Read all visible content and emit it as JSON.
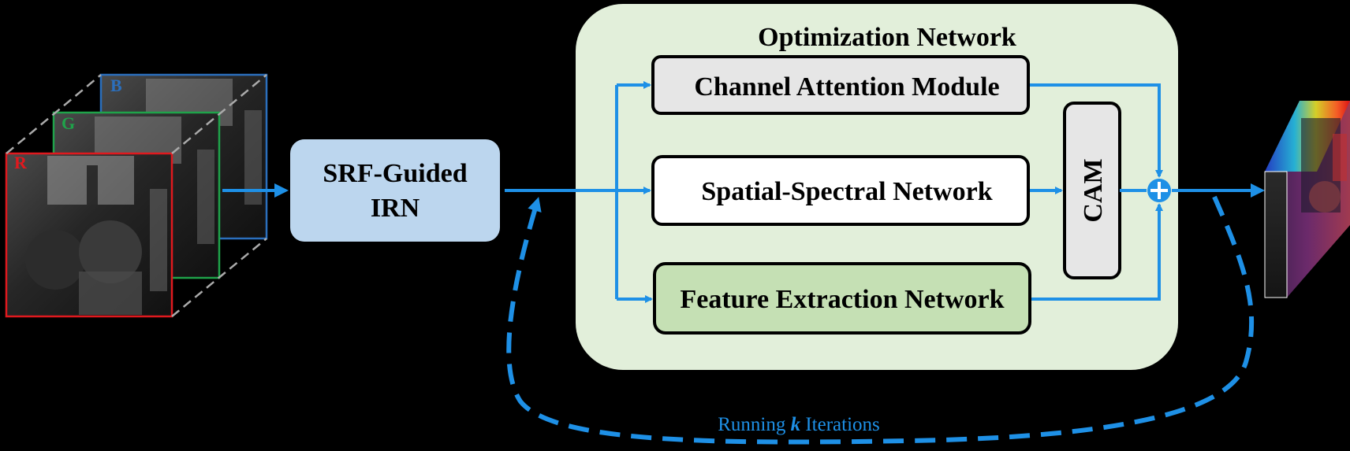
{
  "input_cube": {
    "channel_labels": [
      "R",
      "G",
      "B"
    ],
    "channel_colors": [
      "#e0191e",
      "#1fa34a",
      "#2b6fbd"
    ]
  },
  "irn_block": {
    "line1": "SRF-Guided",
    "line2": "IRN",
    "fill": "#bcd6ee"
  },
  "optimization_network": {
    "title": "Optimization Network",
    "fill": "#e2efda",
    "modules": [
      {
        "id": "channel-attention-module",
        "label": "Channel Attention Module",
        "fill": "#e6e6e6"
      },
      {
        "id": "spatial-spectral-network",
        "label": "Spatial-Spectral Network",
        "fill": "#ffffff"
      },
      {
        "id": "feature-extraction-network",
        "label": "Feature Extraction Network",
        "fill": "#c5e0b4"
      }
    ],
    "cam_label": "CAM",
    "cam_fill": "#e6e6e6"
  },
  "loop": {
    "text_prefix": "Running ",
    "text_var": "k",
    "text_suffix": " Iterations"
  },
  "colors": {
    "arrow": "#1e90e6",
    "background": "#000000"
  }
}
